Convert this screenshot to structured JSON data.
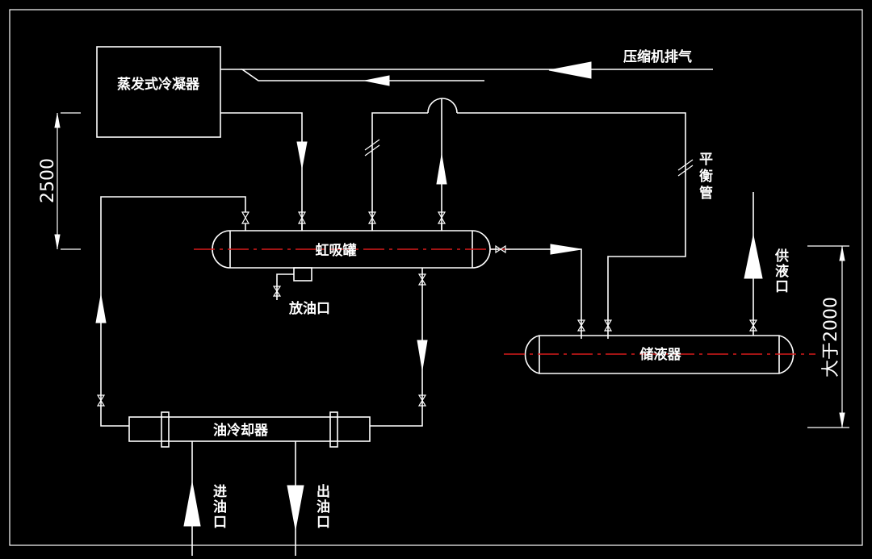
{
  "colors": {
    "background": "#000000",
    "line": "#ffffff",
    "centerline": "#d81b1b"
  },
  "labels": {
    "evaporative_condenser": "蒸发式冷凝器",
    "compressor_discharge": "压缩机排气",
    "balance_pipe": "平衡管",
    "siphon_tank": "虹吸罐",
    "oil_drain": "放油口",
    "receiver": "储液器",
    "liquid_supply": "供液口",
    "oil_cooler": "油冷却器",
    "oil_inlet": "进油口",
    "oil_outlet": "出油口"
  },
  "dimensions": {
    "condenser_height": "2500",
    "receiver_height": "大于2000"
  }
}
